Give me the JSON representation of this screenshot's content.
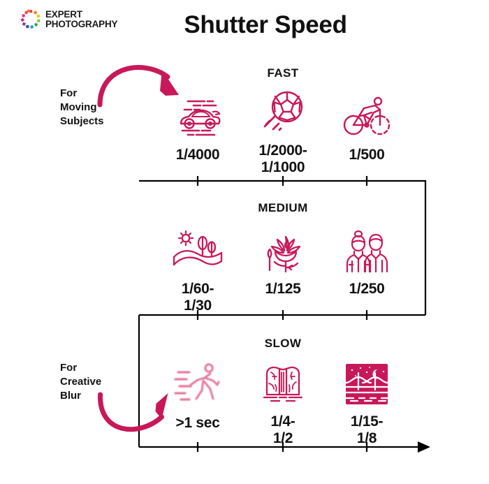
{
  "brand": {
    "name_line1": "EXPERT",
    "name_line2": "PHOTOGRAPHY",
    "logo_icon": "color-ring-icon",
    "logo_colors": [
      "#e8413a",
      "#f07c1e",
      "#f3c017",
      "#8dc63f",
      "#29a05a",
      "#1a9cd8",
      "#3b4ba0",
      "#7e3f98",
      "#c0338c",
      "#e0318a",
      "#ee4d4d",
      "#f3682a"
    ]
  },
  "title": "Shutter Speed",
  "colors": {
    "accent": "#C8185A",
    "accent_soft": "#E8789F",
    "text": "#111111",
    "axis": "#000000",
    "background": "#FFFFFF"
  },
  "side_labels": {
    "moving": "For\nMoving\nSubjects",
    "blur": "For\nCreative\nBlur"
  },
  "bands": [
    {
      "id": "fast",
      "heading": "FAST",
      "items": [
        {
          "icon": "race-car-icon",
          "label": "1/4000"
        },
        {
          "icon": "soccer-ball-icon",
          "label": "1/2000-\n1/1000"
        },
        {
          "icon": "cyclist-icon",
          "label": "1/500"
        }
      ]
    },
    {
      "id": "medium",
      "heading": "MEDIUM",
      "items": [
        {
          "icon": "landscape-sun-icon",
          "label": "1/60-\n1/30"
        },
        {
          "icon": "lotus-flower-icon",
          "label": "1/125"
        },
        {
          "icon": "two-people-portrait-icon",
          "label": "1/250"
        }
      ]
    },
    {
      "id": "slow",
      "heading": "SLOW",
      "items": [
        {
          "icon": "running-person-blur-icon",
          "label": ">1 sec"
        },
        {
          "icon": "waterfall-icon",
          "label": "1/4-\n1/2"
        },
        {
          "icon": "night-bridge-icon",
          "label": "1/15-\n1/8"
        }
      ]
    }
  ],
  "arrows": {
    "top": "curved-arrow-down-right-icon",
    "bottom": "curved-arrow-up-right-icon",
    "axis_end": "axis-arrowhead-icon"
  }
}
